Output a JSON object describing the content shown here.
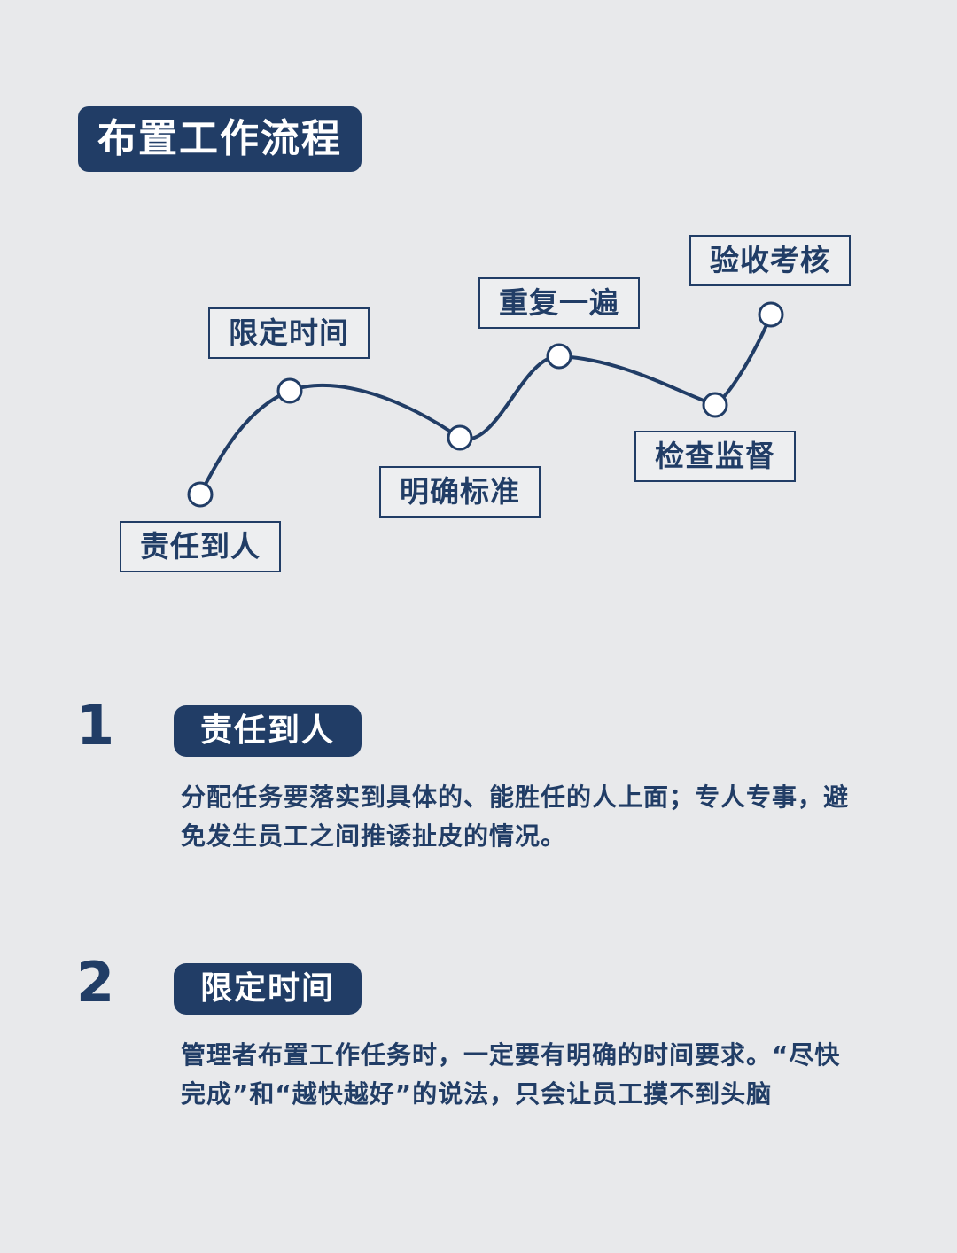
{
  "title": "布置工作流程",
  "flow": {
    "steps": [
      "责任到人",
      "限定时间",
      "明确标准",
      "重复一遍",
      "检查监督",
      "验收考核"
    ]
  },
  "colors": {
    "primary": "#213d66",
    "background": "#e8e9eb",
    "text_on_primary": "#ffffff"
  },
  "sections": [
    {
      "number": "1",
      "heading": "责任到人",
      "text": "分配任务要落实到具体的、能胜任的人上面；专人专事，避免发生员工之间推诿扯皮的情况。"
    },
    {
      "number": "2",
      "heading": "限定时间",
      "text": "管理者布置工作任务时，一定要有明确的时间要求。“尽快完成”和“越快越好”的说法，只会让员工摸不到头脑"
    }
  ]
}
